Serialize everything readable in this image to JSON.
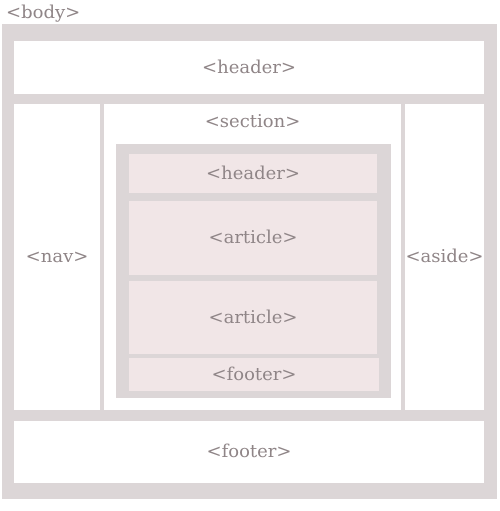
{
  "labels": {
    "body": "<body>",
    "header": "<header>",
    "nav": "<nav>",
    "section": "<section>",
    "aside": "<aside>",
    "footer": "<footer>",
    "inner_header": "<header>",
    "article_1": "<article>",
    "article_2": "<article>",
    "inner_footer": "<footer>"
  },
  "colors": {
    "frame_grey": "#dcd6d7",
    "inner_pink": "#f1e6e7",
    "text": "#8f8587"
  }
}
